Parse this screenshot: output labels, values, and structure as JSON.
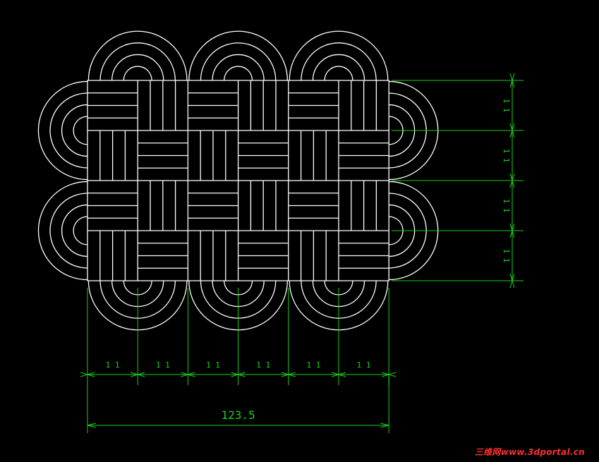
{
  "drawing": {
    "type": "cad-knot-pattern",
    "vertical_dim_labels": [
      "1 1",
      "1 1",
      "1 1",
      "1 1"
    ],
    "horizontal_dim_labels": [
      "1 1",
      "1 1",
      "1 1",
      "1 1",
      "1 1",
      "1 1"
    ],
    "overall_width_label": "123.5"
  },
  "watermark": {
    "text": "三维网www.3dportal.cn"
  },
  "colors": {
    "background": "#000000",
    "geometry": "#ffffff",
    "dimension": "#19d219",
    "watermark": "#ff2f2f"
  }
}
